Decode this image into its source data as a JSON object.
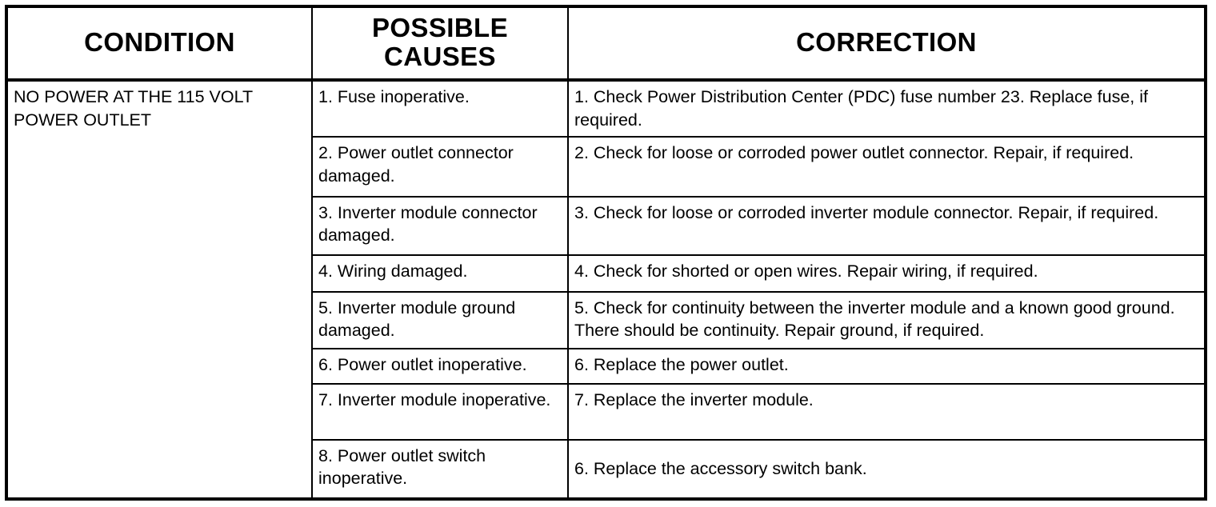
{
  "table": {
    "headers": {
      "condition": "CONDITION",
      "possible_causes": "POSSIBLE CAUSES",
      "correction": "CORRECTION"
    },
    "condition": "NO POWER AT THE 115 VOLT POWER OUTLET",
    "rows": [
      {
        "cause": "1. Fuse inoperative.",
        "correction": "1. Check Power Distribution Center (PDC) fuse number 23. Replace fuse, if required."
      },
      {
        "cause": "2. Power outlet connector damaged.",
        "correction": "2. Check for loose or corroded power outlet connector. Repair, if required."
      },
      {
        "cause": "3. Inverter module connector damaged.",
        "correction": "3. Check for loose or corroded inverter module connector. Repair, if required."
      },
      {
        "cause": "4. Wiring damaged.",
        "correction": "4. Check for shorted or open wires. Repair wiring, if required."
      },
      {
        "cause": "5. Inverter module ground damaged.",
        "correction": "5. Check for continuity between the inverter module and a known good ground. There should be continuity. Repair ground, if required."
      },
      {
        "cause": "6. Power outlet inoperative.",
        "correction": "6. Replace the power outlet."
      },
      {
        "cause": "7. Inverter module inoperative.",
        "correction": "7. Replace the inverter module."
      },
      {
        "cause": "8. Power outlet switch inoperative.",
        "correction": "6. Replace the accessory switch bank."
      }
    ]
  },
  "colors": {
    "border": "#000000",
    "text": "#000000",
    "background": "#ffffff"
  }
}
